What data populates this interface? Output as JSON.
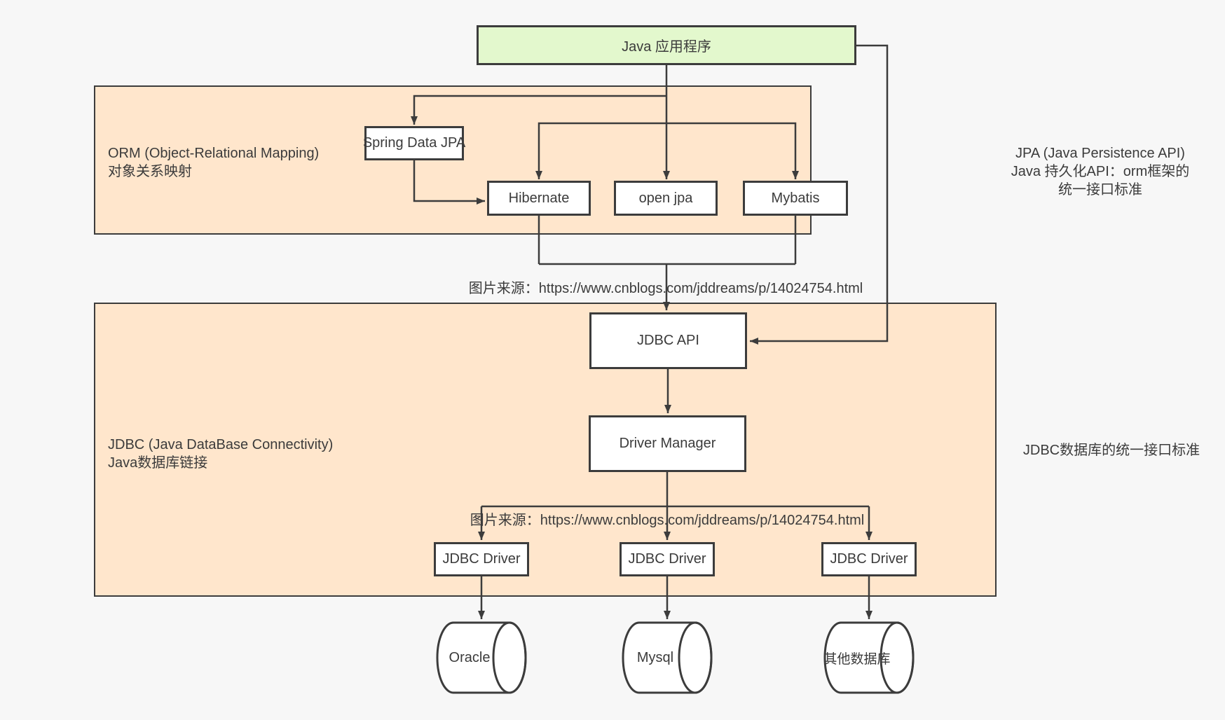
{
  "colors": {
    "bg": "#f7f7f7",
    "line": "#3c3c3c",
    "ink": "#3b3b3b",
    "green_fill": "#e3f8cd",
    "panel_fill": "#ffe6cc"
  },
  "nodes": {
    "java_app": {
      "label": "Java 应用程序"
    },
    "spring_data_jpa": {
      "label": "Spring Data JPA"
    },
    "hibernate": {
      "label": "Hibernate"
    },
    "open_jpa": {
      "label": "open jpa"
    },
    "mybatis": {
      "label": "Mybatis"
    },
    "jdbc_api": {
      "label": "JDBC API"
    },
    "driver_manager": {
      "label": "Driver Manager"
    },
    "jdbc_drivers": [
      {
        "label": "JDBC Driver"
      },
      {
        "label": "JDBC Driver"
      },
      {
        "label": "JDBC Driver"
      }
    ],
    "databases": [
      {
        "label": "Oracle"
      },
      {
        "label": "Mysql"
      },
      {
        "label": "其他数据库"
      }
    ]
  },
  "panels": {
    "orm": {
      "title": "ORM (Object-Relational Mapping)",
      "subtitle": "对象关系映射"
    },
    "jdbc": {
      "title": "JDBC (Java DataBase Connectivity)",
      "subtitle": "Java数据库链接"
    }
  },
  "annotations": {
    "jpa_note": {
      "line1": "JPA (Java Persistence API)",
      "line2": "Java 持久化API：orm框架的",
      "line3": "统一接口标准"
    },
    "jdbc_note": "JDBC数据库的统一接口标准",
    "source_top": "图片来源：https://www.cnblogs.com/jddreams/p/14024754.html",
    "source_bottom": "图片来源：https://www.cnblogs.com/jddreams/p/14024754.html"
  }
}
